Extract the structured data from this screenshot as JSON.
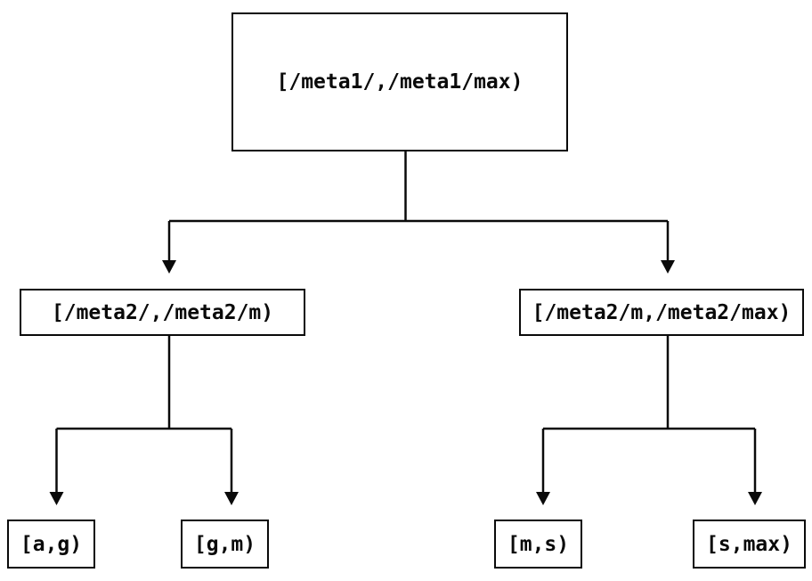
{
  "diagram": {
    "type": "tree",
    "description": "Binary range-partition tree of key intervals",
    "colors": {
      "background": "#ffffff",
      "node_fill": "#ffffff",
      "node_border": "#0a0a0a",
      "line": "#0a0a0a",
      "text": "#0a0a0a"
    },
    "nodes": {
      "root": {
        "label": "[/meta1/,/meta1/max)"
      },
      "l2_left": {
        "label": "[/meta2/,/meta2/m)"
      },
      "l2_right": {
        "label": "[/meta2/m,/meta2/max)"
      },
      "leaf_ag": {
        "label": "[a,g)"
      },
      "leaf_gm": {
        "label": "[g,m)"
      },
      "leaf_ms": {
        "label": "[m,s)"
      },
      "leaf_smax": {
        "label": "[s,max)"
      }
    },
    "edges": [
      {
        "from": "root",
        "to": "l2_left"
      },
      {
        "from": "root",
        "to": "l2_right"
      },
      {
        "from": "l2_left",
        "to": "leaf_ag"
      },
      {
        "from": "l2_left",
        "to": "leaf_gm"
      },
      {
        "from": "l2_right",
        "to": "leaf_ms"
      },
      {
        "from": "l2_right",
        "to": "leaf_smax"
      }
    ]
  }
}
